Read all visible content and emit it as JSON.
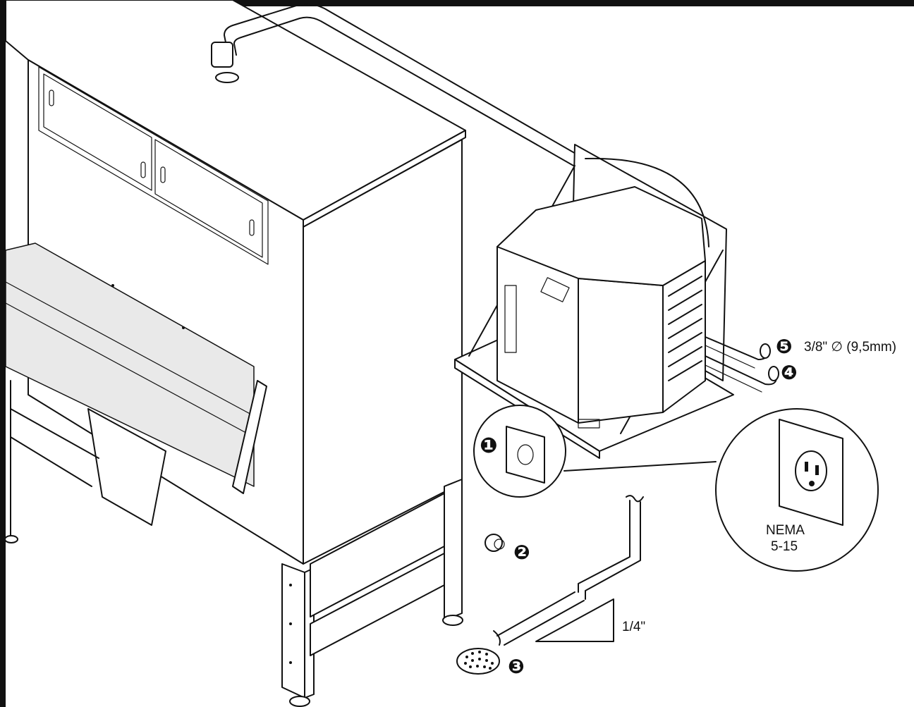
{
  "callouts": {
    "c1": {
      "number": "❶"
    },
    "c2": {
      "number": "❷"
    },
    "c3": {
      "number": "❸"
    },
    "c4": {
      "number": "❹"
    },
    "c5": {
      "number": "❺",
      "label": "3/8\" ∅ (9,5mm)"
    }
  },
  "outlet_detail": {
    "line1": "NEMA",
    "line2": "5-15"
  },
  "drain_slope": {
    "label": "1/4\""
  },
  "colors": {
    "line": "#111111",
    "background": "#ffffff",
    "shade": "#e9e9e9"
  }
}
